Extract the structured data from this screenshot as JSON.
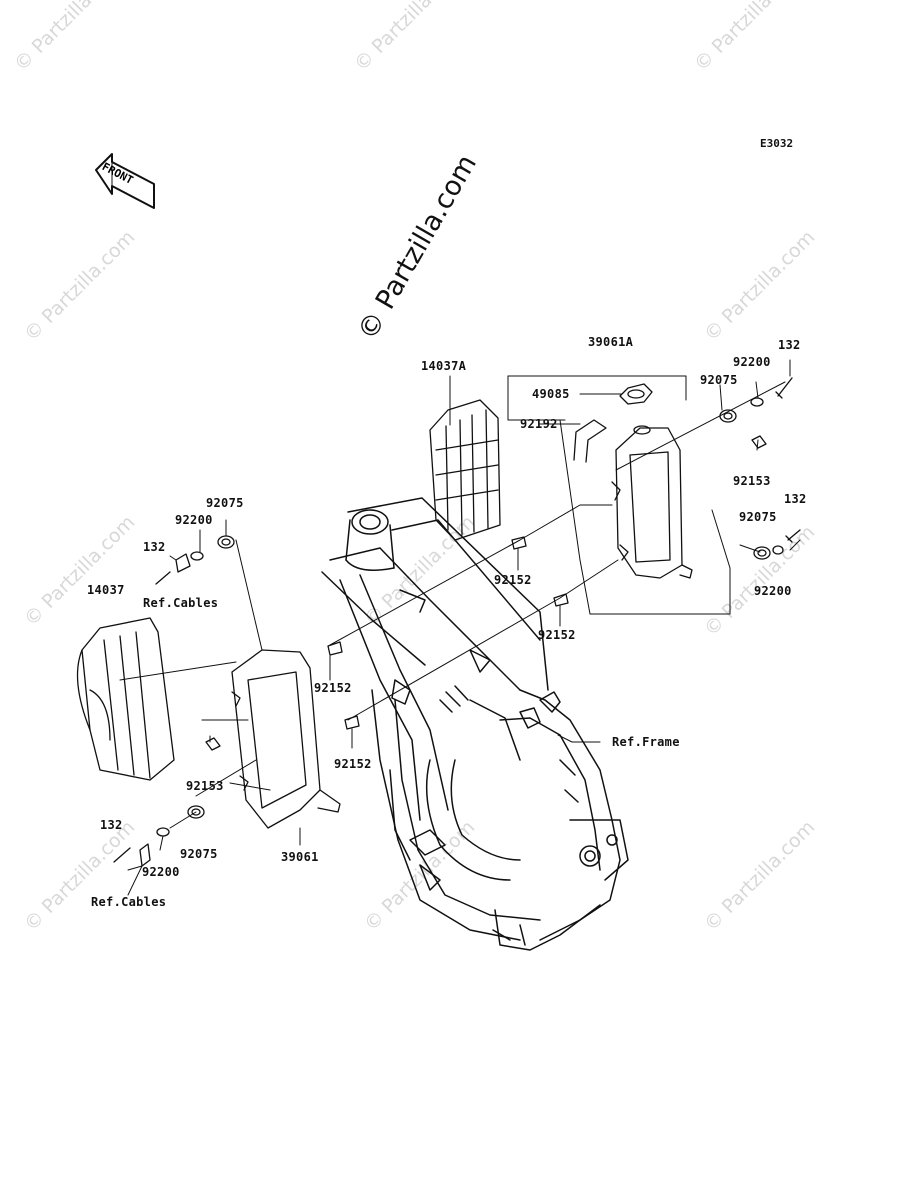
{
  "diagram_code": "E3032",
  "watermark": "© Partzilla.com",
  "front_arrow_label": "FRONT",
  "labels": {
    "p39061A": "39061A",
    "p14037A": "14037A",
    "p49085": "49085",
    "p92192": "92192",
    "p92200_tr": "92200",
    "p132_tr": "132",
    "p92075_tr": "92075",
    "p92153_r": "92153",
    "p132_r2": "132",
    "p92075_r2": "92075",
    "p92200_r2": "92200",
    "p92152_c1": "92152",
    "p92152_c2": "92152",
    "p92075_l": "92075",
    "p92200_l": "92200",
    "p132_l": "132",
    "refcables_l": "Ref.Cables",
    "p14037": "14037",
    "p92152_l1": "92152",
    "p92152_l2": "92152",
    "p92153_l": "92153",
    "refframe": "Ref.Frame",
    "p132_bl": "132",
    "p92075_bl": "92075",
    "p92200_bl": "92200",
    "refcables_bl": "Ref.Cables",
    "p39061": "39061"
  }
}
